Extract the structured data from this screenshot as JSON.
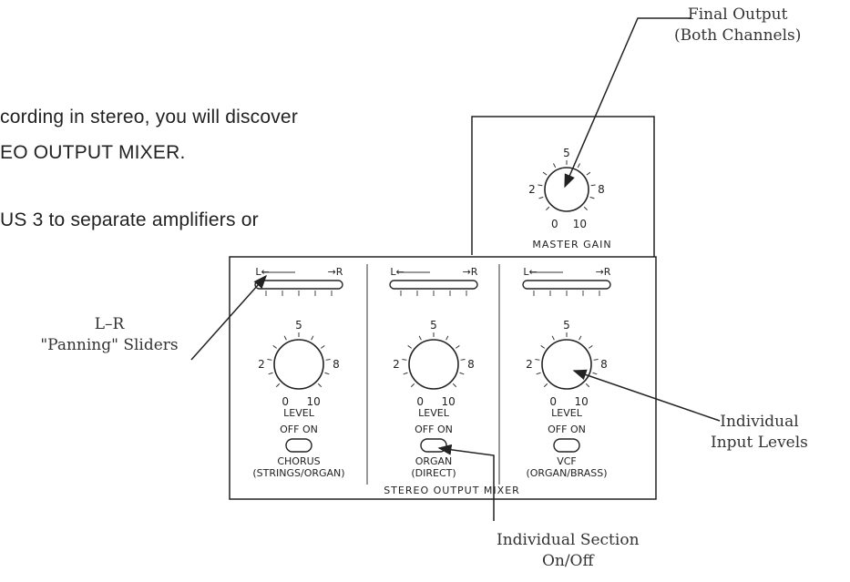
{
  "body_text": {
    "line1": "cording in stereo, you will discover",
    "line2": "EO OUTPUT MIXER.",
    "line3": "US 3 to separate amplifiers or"
  },
  "callouts": {
    "final_output": [
      "Final Output",
      "(Both Channels)"
    ],
    "panning": [
      "L–R",
      "\"Panning\" Sliders"
    ],
    "input_levels": [
      "Individual",
      "Input Levels"
    ],
    "section_onoff": [
      "Individual Section",
      "On/Off"
    ]
  },
  "master": {
    "label": "MASTER GAIN",
    "scale": {
      "top": "5",
      "left": "2",
      "right": "8",
      "bottom_left": "0",
      "bottom_right": "10"
    }
  },
  "mixer": {
    "label": "STEREO OUTPUT MIXER",
    "slider_left": "L←",
    "slider_right": "→R",
    "level_label": "LEVEL",
    "switch_label": "OFF  ON",
    "channels": [
      {
        "name": "CHORUS",
        "sub": "(STRINGS/ORGAN)"
      },
      {
        "name": "ORGAN",
        "sub": "(DIRECT)"
      },
      {
        "name": "VCF",
        "sub": "(ORGAN/BRASS)"
      }
    ],
    "scale": {
      "top": "5",
      "left": "2",
      "right": "8",
      "bottom_left": "0",
      "bottom_right": "10"
    }
  }
}
